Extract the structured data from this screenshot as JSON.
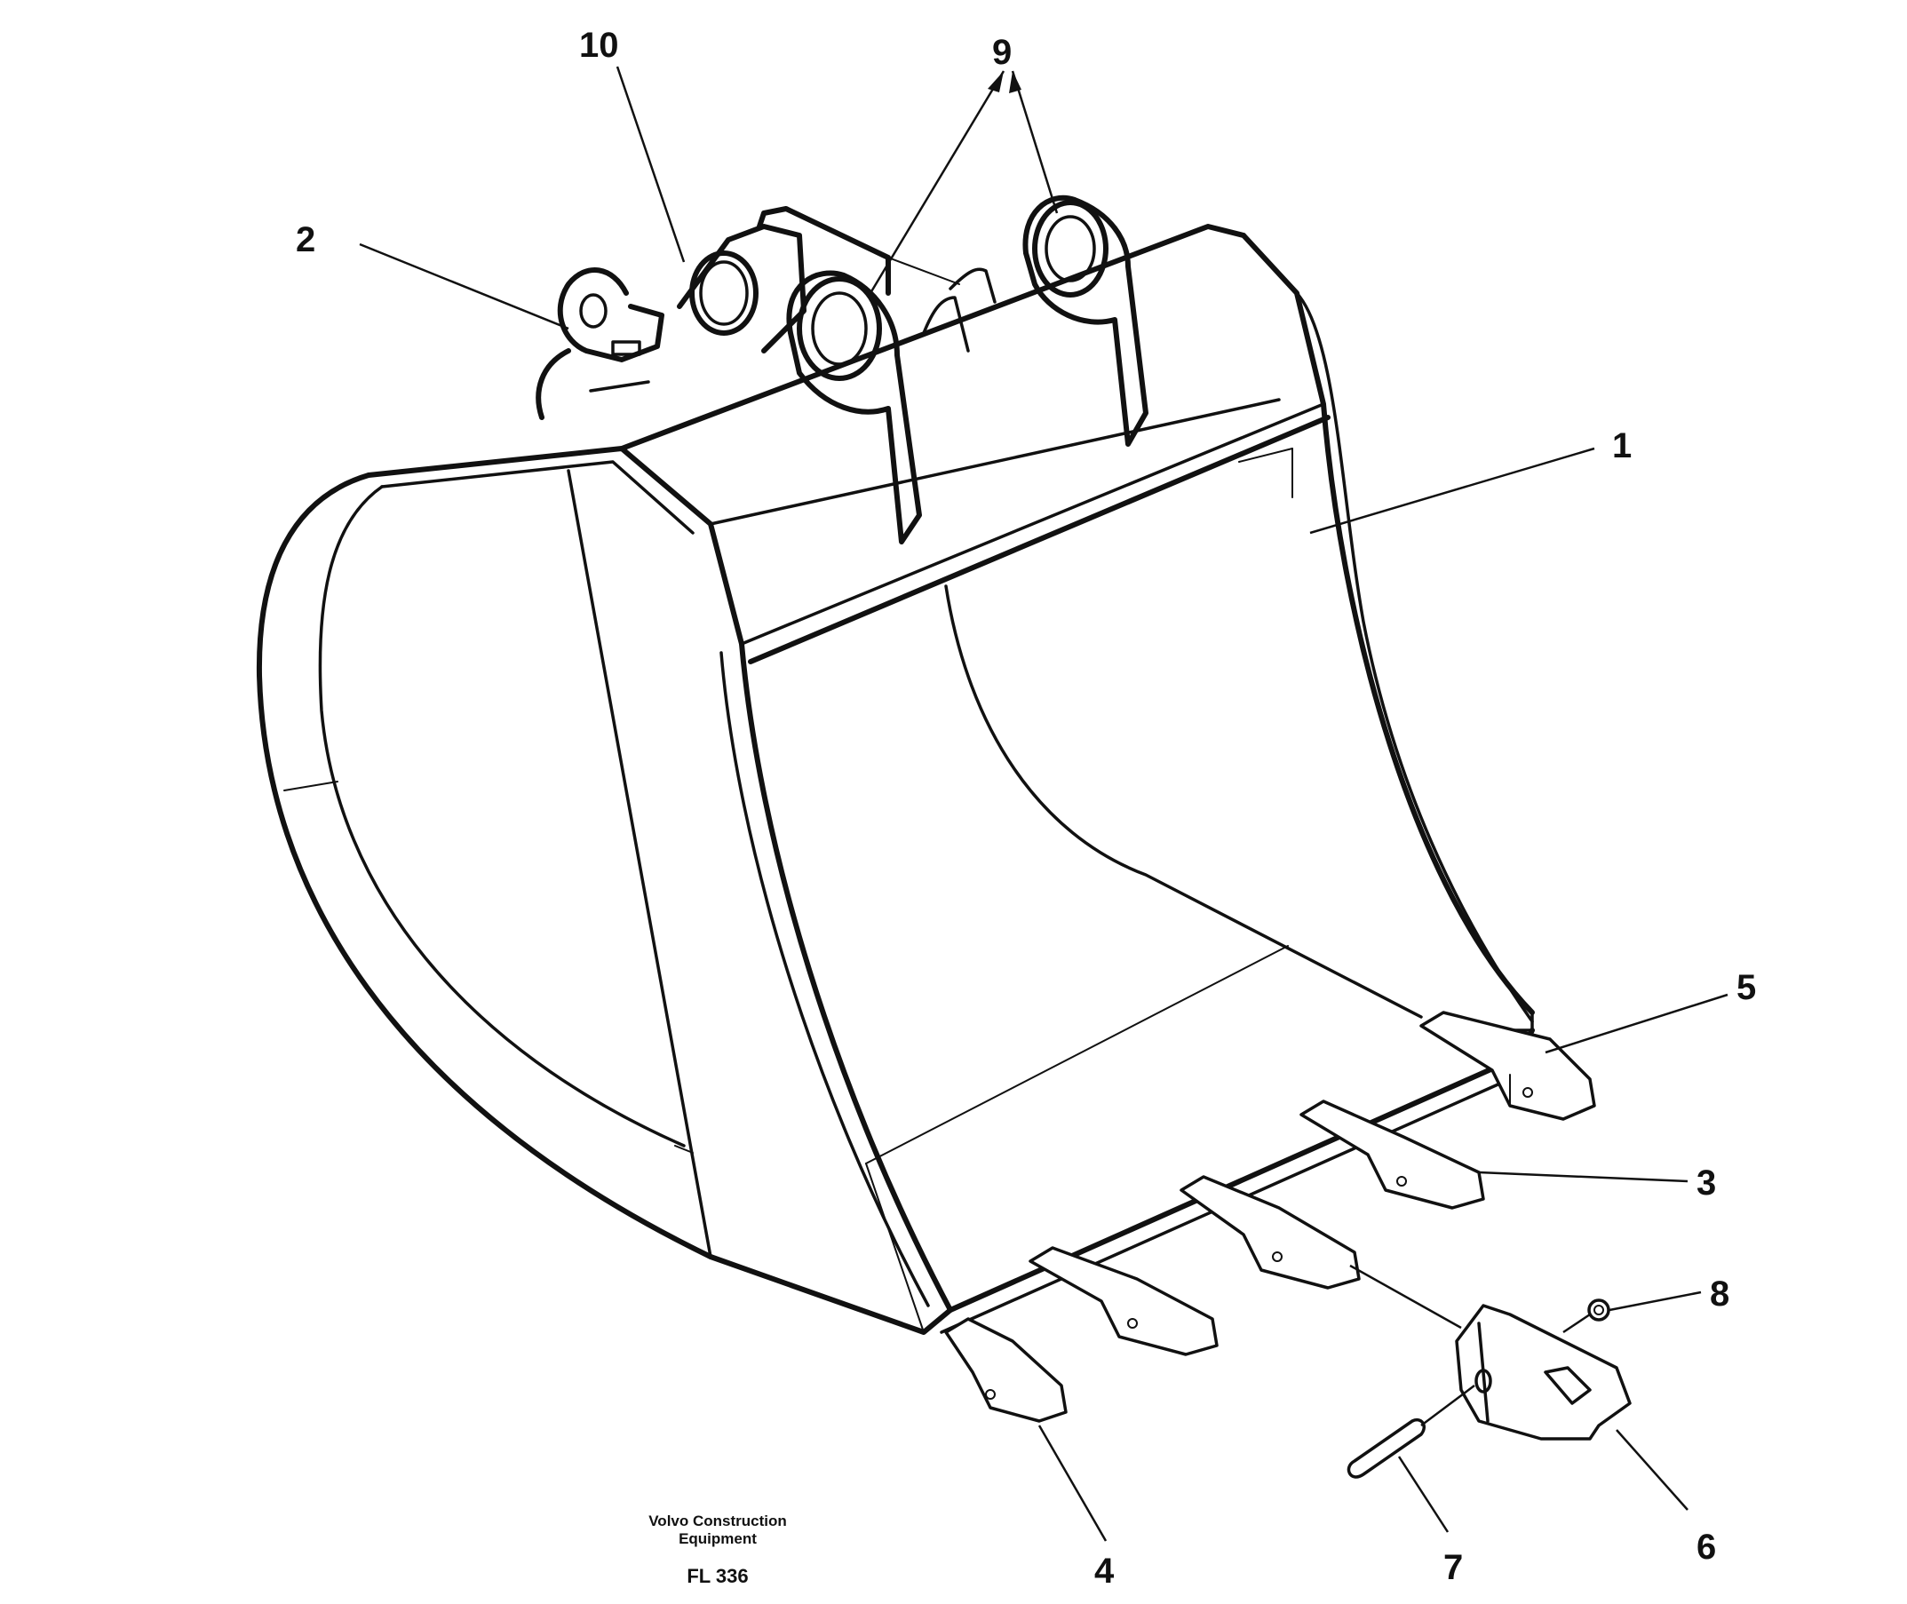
{
  "callouts": [
    {
      "id": "1",
      "label": "1"
    },
    {
      "id": "2",
      "label": "2"
    },
    {
      "id": "3",
      "label": "3"
    },
    {
      "id": "4",
      "label": "4"
    },
    {
      "id": "5",
      "label": "5"
    },
    {
      "id": "6",
      "label": "6"
    },
    {
      "id": "7",
      "label": "7"
    },
    {
      "id": "8",
      "label": "8"
    },
    {
      "id": "9",
      "label": "9"
    },
    {
      "id": "10",
      "label": "10"
    }
  ],
  "footer": {
    "company_line1": "Volvo Construction",
    "company_line2": "Equipment",
    "code": "FL 336"
  }
}
